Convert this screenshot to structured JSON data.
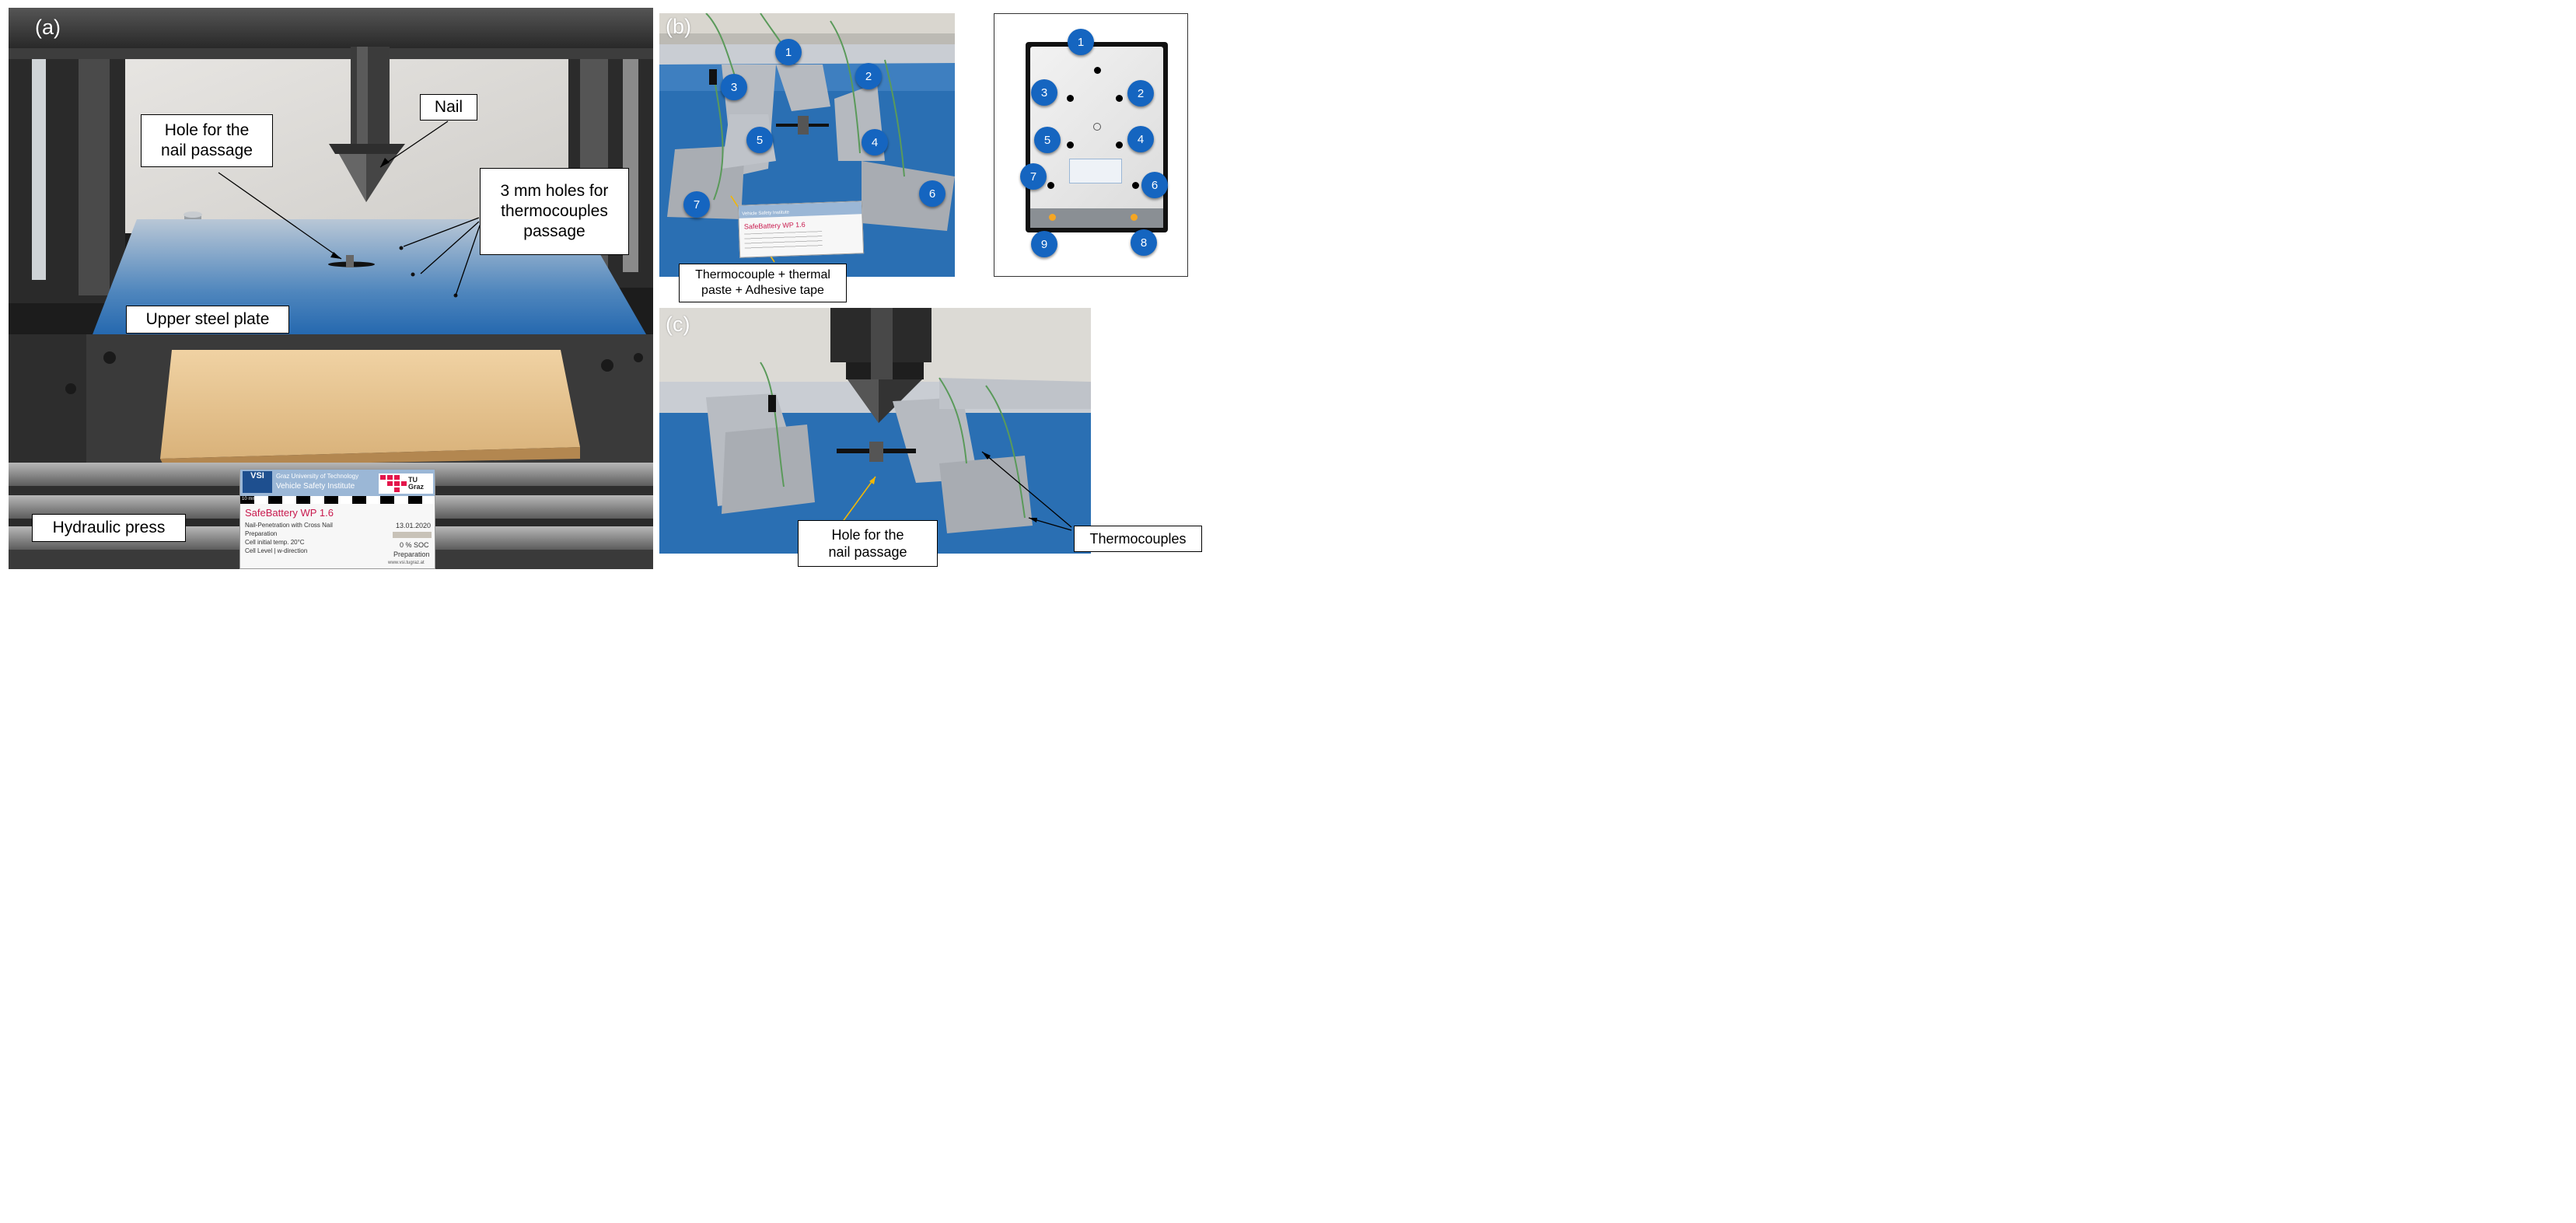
{
  "figure": {
    "panel_a": {
      "letter": "(a)",
      "callouts": {
        "nail": "Nail",
        "hole_line1": "Hole for the",
        "hole_line2": "nail passage",
        "tc_line1": "3 mm holes for",
        "tc_line2": "thermocouples",
        "tc_line3": "passage",
        "upper_plate": "Upper steel plate",
        "hydraulic_press": "Hydraulic press"
      },
      "label_card": {
        "header_logo": "VSI",
        "institution": "Graz University of Technology",
        "institute": "Vehicle Safety Institute",
        "tu_logo": "TU Graz",
        "scale": "10 mm",
        "project": "SafeBattery WP 1.6",
        "test": "Nail-Penetration with Cross Nail",
        "date": "13.01.2020",
        "phase": "Preparation",
        "temp": "Cell initial temp. 20°C",
        "soc": "0 % SOC",
        "level": "Cell Level | w-direction",
        "phase2": "Preparation",
        "web": "www.vsi.tugraz.at"
      }
    },
    "panel_b": {
      "letter": "(b)",
      "markers": [
        "1",
        "2",
        "3",
        "4",
        "5",
        "6",
        "7"
      ],
      "callout_line1": "Thermocouple + thermal",
      "callout_line2": "paste + Adhesive tape",
      "label_card": {
        "project": "SafeBattery WP 1.6",
        "institute": "Vehicle Safety Institute"
      }
    },
    "panel_schematic": {
      "markers": [
        "1",
        "2",
        "3",
        "4",
        "5",
        "6",
        "7",
        "8",
        "9"
      ]
    },
    "panel_c": {
      "letter": "(c)",
      "hole_line1": "Hole for the",
      "hole_line2": "nail passage",
      "thermocouples": "Thermocouples"
    },
    "colors": {
      "marker_blue": "#1565c0",
      "steel_blue": "#2a6fb3",
      "wood": "#e2bf8c",
      "yellow_leader": "#f2b705",
      "tc_dot_orange": "#f5a623"
    }
  }
}
